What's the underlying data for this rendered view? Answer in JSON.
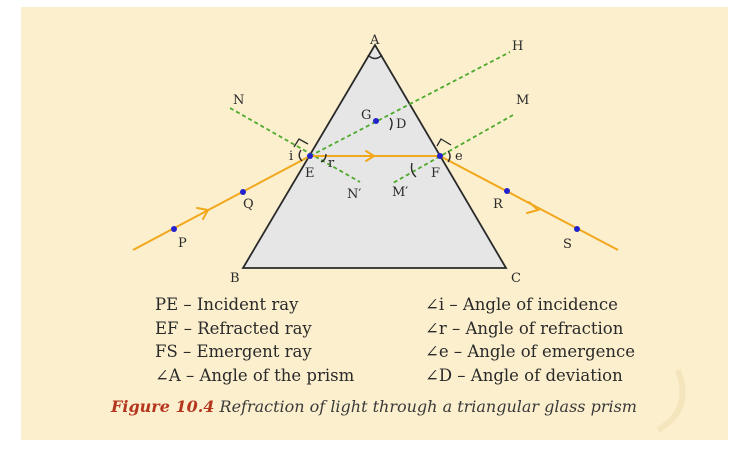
{
  "diagram": {
    "colors": {
      "background": "#fbefce",
      "prism_fill": "#e6e6e6",
      "ray": "#f2a81d",
      "construction_lines": "#4daa2a",
      "points": "#2222cc"
    },
    "vertex_labels": {
      "A": "A",
      "B": "B",
      "C": "C"
    },
    "point_labels": {
      "P": "P",
      "Q": "Q",
      "E": "E",
      "F": "F",
      "R": "R",
      "S": "S",
      "G": "G",
      "H": "H",
      "N": "N",
      "N_prime": "N′",
      "M": "M",
      "M_prime": "M′"
    },
    "angle_labels": {
      "i": "i",
      "r": "r",
      "e": "e",
      "D": "D"
    }
  },
  "legend": {
    "left": [
      "PE – Incident ray",
      "EF – Refracted ray",
      "FS – Emergent ray",
      "∠A – Angle of the prism"
    ],
    "right": [
      "∠i – Angle of incidence",
      "∠r – Angle of refraction",
      "∠e – Angle of emergence",
      "∠D – Angle of deviation"
    ]
  },
  "caption": {
    "label": "Figure 10.4",
    "text": "Refraction of light through a triangular glass prism"
  }
}
